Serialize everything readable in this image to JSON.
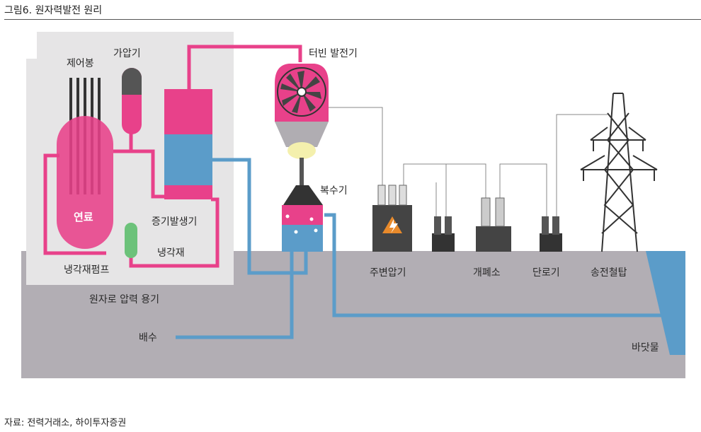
{
  "header": {
    "title": "그림6.   원자력발전 원리"
  },
  "labels": {
    "control_rod": "제어봉",
    "pressurizer": "가압기",
    "turbine_generator": "터빈 발전기",
    "fuel": "연료",
    "steam_generator": "증기발생기",
    "condenser": "복수기",
    "coolant": "냉각재",
    "coolant_pump": "냉각재펌프",
    "reactor_vessel": "원자로 압력 용기",
    "drain": "배수",
    "main_transformer": "주변압기",
    "switchgear": "개폐소",
    "disconnector": "단로기",
    "transmission_tower": "송전철탑",
    "seabed": "바닷물"
  },
  "source": {
    "text": "자료: 전력거래소, 하이투자증권"
  },
  "colors": {
    "pink": "#e8418a",
    "blue": "#5b9cc9",
    "ground": "#b2aeb4",
    "building": "#e6e5e6",
    "dark": "#333333",
    "sea": "#5b9cc9"
  }
}
